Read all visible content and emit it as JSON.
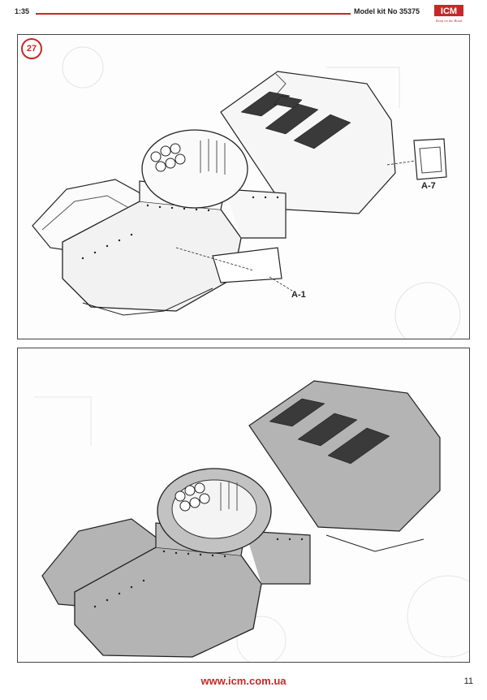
{
  "header": {
    "scale": "1:35",
    "model": "Model kit No 35375",
    "brand": "ICM",
    "brand_tagline": "Keep on the Road"
  },
  "step": {
    "number": "27"
  },
  "parts": {
    "a1": "A-1",
    "a7": "A-7"
  },
  "footer": {
    "url": "www.icm.com.ua",
    "page_number": "11"
  },
  "colors": {
    "accent": "#c62828",
    "hull_fill_finished": "#b4b4b4",
    "grille": "#3a3a3a"
  }
}
